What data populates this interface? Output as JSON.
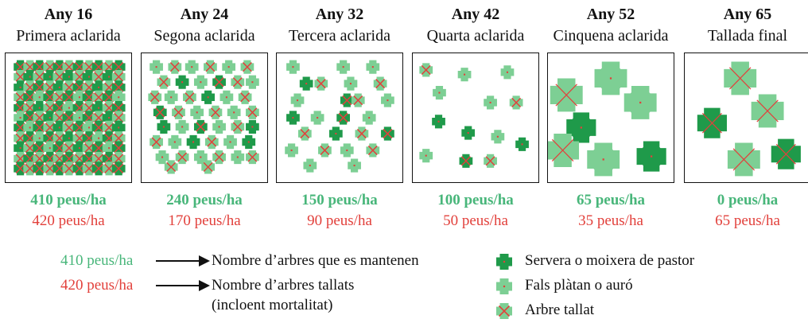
{
  "stages": [
    {
      "year": "Any 16",
      "name": "Primera aclarida",
      "kept": "410 peus/ha",
      "cut": "420 peus/ha",
      "trees": [
        [
          20,
          18,
          "d",
          "x"
        ],
        [
          33,
          18,
          "l",
          "x"
        ],
        [
          46,
          18,
          "d",
          "x"
        ],
        [
          60,
          18,
          "l",
          "x"
        ],
        [
          73,
          18,
          "d",
          "x"
        ],
        [
          86,
          18,
          "l",
          "x"
        ],
        [
          100,
          18,
          "d",
          "x"
        ],
        [
          113,
          18,
          "l",
          "x"
        ],
        [
          126,
          18,
          "d",
          "x"
        ],
        [
          140,
          18,
          "l",
          "x"
        ],
        [
          153,
          18,
          "d",
          "x"
        ],
        [
          20,
          31,
          "l",
          "x"
        ],
        [
          33,
          31,
          "d",
          "o"
        ],
        [
          46,
          31,
          "l",
          "x"
        ],
        [
          60,
          31,
          "d",
          "o"
        ],
        [
          73,
          31,
          "l",
          "x"
        ],
        [
          86,
          31,
          "d",
          "o"
        ],
        [
          100,
          31,
          "l",
          "x"
        ],
        [
          113,
          31,
          "d",
          "o"
        ],
        [
          126,
          31,
          "l",
          "x"
        ],
        [
          140,
          31,
          "d",
          "o"
        ],
        [
          153,
          31,
          "l",
          "x"
        ],
        [
          20,
          45,
          "d",
          "o"
        ],
        [
          33,
          45,
          "l",
          "x"
        ],
        [
          46,
          45,
          "d",
          "x"
        ],
        [
          60,
          45,
          "l",
          "x"
        ],
        [
          73,
          45,
          "d",
          "o"
        ],
        [
          86,
          45,
          "l",
          "x"
        ],
        [
          100,
          45,
          "d",
          "x"
        ],
        [
          113,
          45,
          "l",
          "x"
        ],
        [
          126,
          45,
          "d",
          "o"
        ],
        [
          140,
          45,
          "l",
          "x"
        ],
        [
          153,
          45,
          "d",
          "x"
        ],
        [
          20,
          58,
          "l",
          "x"
        ],
        [
          33,
          58,
          "d",
          "x"
        ],
        [
          46,
          58,
          "l",
          "o"
        ],
        [
          60,
          58,
          "d",
          "x"
        ],
        [
          73,
          58,
          "l",
          "x"
        ],
        [
          86,
          58,
          "d",
          "x"
        ],
        [
          100,
          58,
          "l",
          "o"
        ],
        [
          113,
          58,
          "d",
          "x"
        ],
        [
          126,
          58,
          "l",
          "x"
        ],
        [
          140,
          58,
          "d",
          "x"
        ],
        [
          153,
          58,
          "l",
          "o"
        ],
        [
          20,
          72,
          "d",
          "x"
        ],
        [
          33,
          72,
          "l",
          "x"
        ],
        [
          46,
          72,
          "d",
          "o"
        ],
        [
          60,
          72,
          "l",
          "x"
        ],
        [
          73,
          72,
          "d",
          "x"
        ],
        [
          86,
          72,
          "l",
          "o"
        ],
        [
          100,
          72,
          "d",
          "x"
        ],
        [
          113,
          72,
          "l",
          "x"
        ],
        [
          126,
          72,
          "d",
          "o"
        ],
        [
          140,
          72,
          "l",
          "x"
        ],
        [
          153,
          72,
          "d",
          "x"
        ],
        [
          20,
          85,
          "l",
          "o"
        ],
        [
          33,
          85,
          "d",
          "x"
        ],
        [
          46,
          85,
          "l",
          "x"
        ],
        [
          60,
          85,
          "d",
          "o"
        ],
        [
          73,
          85,
          "l",
          "x"
        ],
        [
          86,
          85,
          "d",
          "x"
        ],
        [
          100,
          85,
          "l",
          "o"
        ],
        [
          113,
          85,
          "d",
          "x"
        ],
        [
          126,
          85,
          "l",
          "x"
        ],
        [
          140,
          85,
          "d",
          "o"
        ],
        [
          153,
          85,
          "l",
          "x"
        ],
        [
          20,
          98,
          "d",
          "x"
        ],
        [
          33,
          98,
          "l",
          "o"
        ],
        [
          46,
          98,
          "d",
          "x"
        ],
        [
          60,
          98,
          "l",
          "x"
        ],
        [
          73,
          98,
          "d",
          "o"
        ],
        [
          86,
          98,
          "l",
          "x"
        ],
        [
          100,
          98,
          "d",
          "x"
        ],
        [
          113,
          98,
          "l",
          "o"
        ],
        [
          126,
          98,
          "d",
          "x"
        ],
        [
          140,
          98,
          "l",
          "x"
        ],
        [
          153,
          98,
          "d",
          "o"
        ],
        [
          20,
          112,
          "l",
          "x"
        ],
        [
          33,
          112,
          "d",
          "x"
        ],
        [
          46,
          112,
          "l",
          "o"
        ],
        [
          60,
          112,
          "d",
          "x"
        ],
        [
          73,
          112,
          "l",
          "x"
        ],
        [
          86,
          112,
          "d",
          "o"
        ],
        [
          100,
          112,
          "l",
          "x"
        ],
        [
          113,
          112,
          "d",
          "x"
        ],
        [
          126,
          112,
          "l",
          "o"
        ],
        [
          140,
          112,
          "d",
          "x"
        ],
        [
          153,
          112,
          "l",
          "x"
        ],
        [
          20,
          125,
          "d",
          "o"
        ],
        [
          33,
          125,
          "l",
          "x"
        ],
        [
          46,
          125,
          "d",
          "x"
        ],
        [
          60,
          125,
          "l",
          "o"
        ],
        [
          73,
          125,
          "d",
          "x"
        ],
        [
          86,
          125,
          "l",
          "x"
        ],
        [
          100,
          125,
          "d",
          "o"
        ],
        [
          113,
          125,
          "l",
          "x"
        ],
        [
          126,
          125,
          "d",
          "x"
        ],
        [
          140,
          125,
          "l",
          "o"
        ],
        [
          153,
          125,
          "d",
          "x"
        ],
        [
          20,
          139,
          "l",
          "x"
        ],
        [
          33,
          139,
          "d",
          "x"
        ],
        [
          46,
          139,
          "l",
          "x"
        ],
        [
          60,
          139,
          "d",
          "x"
        ],
        [
          73,
          139,
          "l",
          "x"
        ],
        [
          86,
          139,
          "d",
          "x"
        ],
        [
          100,
          139,
          "l",
          "x"
        ],
        [
          113,
          139,
          "d",
          "x"
        ],
        [
          126,
          139,
          "l",
          "x"
        ],
        [
          140,
          139,
          "d",
          "x"
        ],
        [
          153,
          139,
          "l",
          "x"
        ],
        [
          20,
          152,
          "d",
          "x"
        ],
        [
          33,
          152,
          "l",
          "x"
        ],
        [
          46,
          152,
          "d",
          "x"
        ],
        [
          60,
          152,
          "l",
          "x"
        ],
        [
          73,
          152,
          "d",
          "x"
        ],
        [
          86,
          152,
          "l",
          "x"
        ],
        [
          100,
          152,
          "d",
          "x"
        ],
        [
          113,
          152,
          "l",
          "x"
        ],
        [
          126,
          152,
          "d",
          "x"
        ],
        [
          140,
          152,
          "l",
          "x"
        ],
        [
          153,
          152,
          "d",
          "x"
        ]
      ]
    },
    {
      "year": "Any 24",
      "name": "Segona aclarida",
      "kept": "240 peus/ha",
      "cut": "170 peus/ha",
      "trees": [
        [
          20,
          18,
          "l",
          "o"
        ],
        [
          45,
          18,
          "l",
          "x"
        ],
        [
          68,
          18,
          "l",
          "o"
        ],
        [
          93,
          18,
          "l",
          "x"
        ],
        [
          118,
          18,
          "l",
          "o"
        ],
        [
          143,
          18,
          "l",
          "x"
        ],
        [
          30,
          38,
          "l",
          "x"
        ],
        [
          55,
          38,
          "d",
          "o"
        ],
        [
          80,
          38,
          "l",
          "o"
        ],
        [
          105,
          38,
          "d",
          "x"
        ],
        [
          130,
          38,
          "l",
          "x"
        ],
        [
          150,
          38,
          "l",
          "o"
        ],
        [
          18,
          58,
          "l",
          "x"
        ],
        [
          40,
          58,
          "l",
          "o"
        ],
        [
          65,
          58,
          "l",
          "x"
        ],
        [
          90,
          58,
          "d",
          "o"
        ],
        [
          115,
          58,
          "l",
          "o"
        ],
        [
          140,
          58,
          "l",
          "x"
        ],
        [
          25,
          78,
          "d",
          "x"
        ],
        [
          50,
          78,
          "l",
          "x"
        ],
        [
          75,
          78,
          "l",
          "o"
        ],
        [
          100,
          78,
          "l",
          "x"
        ],
        [
          125,
          78,
          "l",
          "o"
        ],
        [
          150,
          78,
          "l",
          "x"
        ],
        [
          30,
          97,
          "d",
          "o"
        ],
        [
          55,
          97,
          "l",
          "o"
        ],
        [
          80,
          97,
          "d",
          "x"
        ],
        [
          105,
          97,
          "l",
          "o"
        ],
        [
          130,
          97,
          "l",
          "x"
        ],
        [
          150,
          97,
          "d",
          "o"
        ],
        [
          20,
          117,
          "l",
          "x"
        ],
        [
          45,
          117,
          "l",
          "o"
        ],
        [
          70,
          117,
          "d",
          "o"
        ],
        [
          95,
          117,
          "l",
          "x"
        ],
        [
          120,
          117,
          "l",
          "o"
        ],
        [
          145,
          117,
          "d",
          "o"
        ],
        [
          28,
          137,
          "l",
          "o"
        ],
        [
          55,
          137,
          "l",
          "x"
        ],
        [
          80,
          137,
          "l",
          "o"
        ],
        [
          105,
          137,
          "l",
          "x"
        ],
        [
          130,
          137,
          "l",
          "o"
        ],
        [
          150,
          137,
          "l",
          "x"
        ],
        [
          40,
          150,
          "l",
          "x"
        ],
        [
          90,
          150,
          "l",
          "x"
        ]
      ]
    },
    {
      "year": "Any 32",
      "name": "Tercera aclarida",
      "kept": "150 peus/ha",
      "cut": "90 peus/ha",
      "trees": [
        [
          22,
          18,
          "l",
          "o"
        ],
        [
          90,
          18,
          "l",
          "o"
        ],
        [
          130,
          18,
          "l",
          "o"
        ],
        [
          40,
          40,
          "d",
          "o"
        ],
        [
          60,
          40,
          "l",
          "x"
        ],
        [
          100,
          40,
          "l",
          "o"
        ],
        [
          140,
          40,
          "l",
          "x"
        ],
        [
          28,
          62,
          "l",
          "o"
        ],
        [
          95,
          62,
          "d",
          "x"
        ],
        [
          110,
          62,
          "l",
          "x"
        ],
        [
          150,
          62,
          "l",
          "o"
        ],
        [
          22,
          85,
          "d",
          "o"
        ],
        [
          55,
          85,
          "l",
          "o"
        ],
        [
          90,
          85,
          "d",
          "x"
        ],
        [
          125,
          85,
          "l",
          "o"
        ],
        [
          38,
          106,
          "l",
          "x"
        ],
        [
          80,
          106,
          "d",
          "o"
        ],
        [
          115,
          106,
          "l",
          "x"
        ],
        [
          150,
          106,
          "d",
          "x"
        ],
        [
          20,
          128,
          "l",
          "o"
        ],
        [
          65,
          128,
          "l",
          "x"
        ],
        [
          95,
          128,
          "l",
          "o"
        ],
        [
          130,
          128,
          "l",
          "x"
        ],
        [
          45,
          148,
          "l",
          "o"
        ],
        [
          105,
          148,
          "l",
          "o"
        ]
      ]
    },
    {
      "year": "Any 42",
      "name": "Quarta aclarida",
      "kept": "100 peus/ha",
      "cut": "50 peus/ha",
      "trees": [
        [
          18,
          22,
          "l",
          "x"
        ],
        [
          70,
          28,
          "l",
          "o"
        ],
        [
          128,
          25,
          "l",
          "o"
        ],
        [
          36,
          52,
          "l",
          "o"
        ],
        [
          105,
          65,
          "l",
          "o"
        ],
        [
          140,
          65,
          "l",
          "x"
        ],
        [
          35,
          90,
          "d",
          "o"
        ],
        [
          75,
          105,
          "d",
          "o"
        ],
        [
          115,
          110,
          "l",
          "o"
        ],
        [
          148,
          120,
          "d",
          "o"
        ],
        [
          18,
          135,
          "l",
          "o"
        ],
        [
          72,
          142,
          "d",
          "x"
        ],
        [
          105,
          142,
          "l",
          "x"
        ]
      ]
    },
    {
      "year": "Any 52",
      "name": "Cinquena aclarida",
      "kept": "65 peus/ha",
      "cut": "35 peus/ha",
      "trees": [
        [
          85,
          33,
          "L",
          "o"
        ],
        [
          25,
          55,
          "L",
          "x"
        ],
        [
          125,
          65,
          "L",
          "o"
        ],
        [
          45,
          98,
          "D",
          "o"
        ],
        [
          20,
          128,
          "L",
          "x"
        ],
        [
          75,
          140,
          "L",
          "o"
        ],
        [
          140,
          136,
          "D",
          "o"
        ]
      ]
    },
    {
      "year": "Any 65",
      "name": "Tallada final",
      "kept": "0 peus/ha",
      "cut": "65 peus/ha",
      "trees": [
        [
          75,
          33,
          "L",
          "x"
        ],
        [
          112,
          76,
          "L",
          "x"
        ],
        [
          37,
          92,
          "D",
          "x"
        ],
        [
          80,
          140,
          "L",
          "x"
        ],
        [
          137,
          133,
          "D",
          "x"
        ]
      ]
    }
  ],
  "legend": {
    "kept_example": "410 peus/ha",
    "kept_desc": "Nombre d’arbres que es mantenen",
    "cut_example": "420 peus/ha",
    "cut_desc_1": "Nombre d’arbres tallats",
    "cut_desc_2": "(incloent mortalitat)",
    "species_dark": "Servera o moixera de pastor",
    "species_light": "Fals plàtan o auró",
    "felled": "Arbre tallat"
  },
  "colors": {
    "dark_green": "#1f9a4a",
    "light_green": "#7dcf94",
    "kept_text": "#48b67a",
    "cut_text": "#e2403b",
    "red": "#e2403b"
  }
}
